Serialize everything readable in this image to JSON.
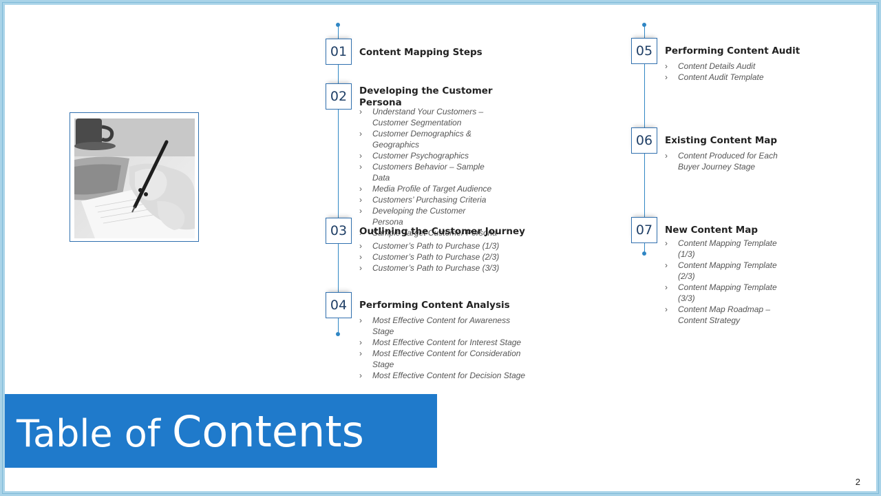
{
  "title": {
    "part1": "Table of ",
    "part2": "Contents"
  },
  "page_number": "2",
  "colors": {
    "accent": "#1f7acb",
    "timeline": "#2f86c4",
    "border": "#a9d3e8"
  },
  "sections": [
    {
      "num": "01",
      "title": "Content Mapping Steps",
      "items": []
    },
    {
      "num": "02",
      "title": "Developing the Customer Persona",
      "items": [
        "Understand Your Customers – Customer Segmentation",
        "Customer Demographics  & Geographics",
        "Customer Psychographics",
        "Customers Behavior –  Sample Data",
        "Media Profile of Target Audience",
        "Customers’ Purchasing Criteria",
        "Developing the Customer Persona",
        "Sample Target Customer Persona"
      ]
    },
    {
      "num": "03",
      "title": "Outlining the Customer Journey",
      "items": [
        "Customer’s Path to Purchase (1/3)",
        "Customer’s Path to Purchase (2/3)",
        "Customer’s Path to Purchase (3/3)"
      ]
    },
    {
      "num": "04",
      "title": "Performing Content Analysis",
      "items": [
        "Most Effective Content for Awareness Stage",
        "Most Effective Content for Interest Stage",
        "Most Effective Content for Consideration Stage",
        "Most Effective Content for Decision Stage"
      ]
    },
    {
      "num": "05",
      "title": "Performing Content Audit",
      "items": [
        "Content Details Audit",
        "Content Audit Template"
      ]
    },
    {
      "num": "06",
      "title": "Existing Content Map",
      "items": [
        "Content Produced for Each Buyer Journey Stage"
      ]
    },
    {
      "num": "07",
      "title": "New Content Map",
      "items": [
        "Content Mapping Template (1/3)",
        "Content Mapping Template (2/3)",
        "Content Mapping Template (3/3)",
        "Content Map Roadmap – Content Strategy"
      ]
    }
  ]
}
